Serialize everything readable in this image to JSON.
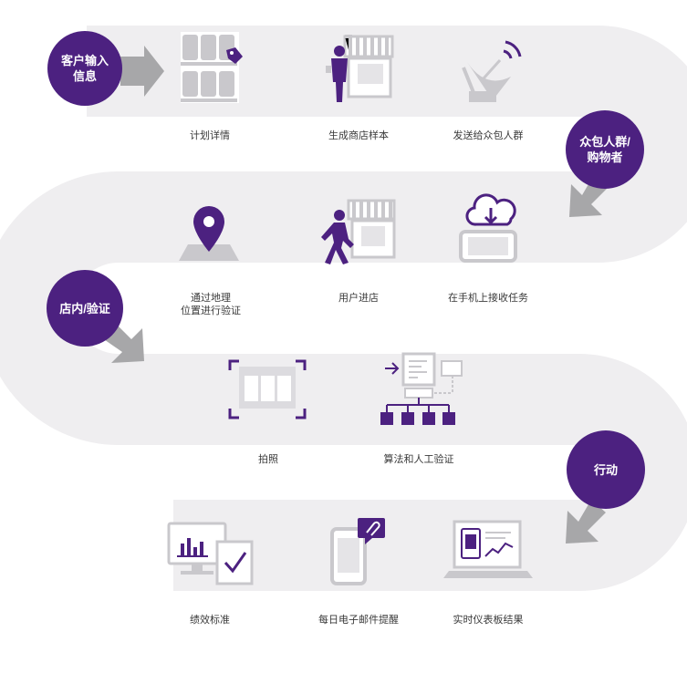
{
  "colors": {
    "purple": "#4c2180",
    "path": "#efeef0",
    "icon_gray": "#c9c8cc",
    "arrow_gray": "#a7a7a9"
  },
  "stages": [
    "客户输入\n信息",
    "众包人群/\n购物者",
    "店内/验证",
    "行动"
  ],
  "steps": [
    {
      "label": "计划详情",
      "icon": "planogram-shelf-icon"
    },
    {
      "label": "生成商店样本",
      "icon": "store-person-icon"
    },
    {
      "label": "发送给众包人群",
      "icon": "satellite-dish-icon"
    },
    {
      "label": "通过地理\n位置进行验证",
      "icon": "map-pin-icon"
    },
    {
      "label": "用户进店",
      "icon": "walking-person-icon"
    },
    {
      "label": "在手机上接收任务",
      "icon": "cloud-phone-icon"
    },
    {
      "label": "拍照",
      "icon": "photo-frame-icon"
    },
    {
      "label": "算法和人工验证",
      "icon": "algorithm-network-icon"
    },
    {
      "label": "绩效标准",
      "icon": "performance-monitor-icon"
    },
    {
      "label": "每日电子邮件提醒",
      "icon": "email-phone-icon"
    },
    {
      "label": "实时仪表板结果",
      "icon": "dashboard-laptop-icon"
    }
  ]
}
